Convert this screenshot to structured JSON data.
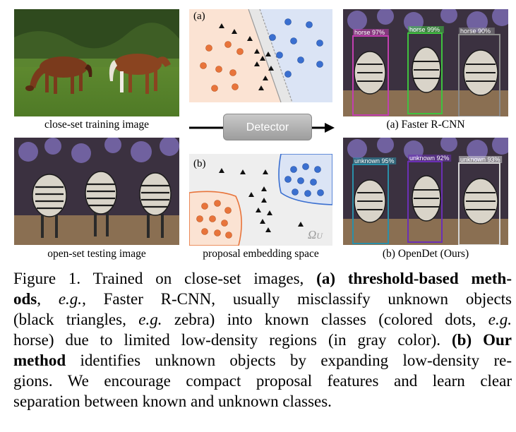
{
  "images": {
    "top_left_caption": "close-set training image",
    "bottom_left_caption": "open-set testing image",
    "top_right_caption": "(a) Faster R-CNN",
    "bottom_right_caption": "(b) OpenDet (Ours)",
    "middle_caption": "proposal embedding space"
  },
  "panel_a": {
    "label": "(a)"
  },
  "panel_b": {
    "label": "(b)",
    "omega": "Ω",
    "omega_sub": "U"
  },
  "detector": {
    "label": "Detector"
  },
  "faster_rcnn_boxes": [
    {
      "label": "horse 97%",
      "color": "#c23fb0"
    },
    {
      "label": "horse 99%",
      "color": "#3fc23f"
    },
    {
      "label": "horse 90%",
      "color": "#8a8a8a"
    }
  ],
  "opendet_boxes": [
    {
      "label": "unknown 95%",
      "color": "#2a8fa8"
    },
    {
      "label": "unknown 92%",
      "color": "#6b2fb5"
    },
    {
      "label": "unknown 93%",
      "color": "#d6d6d6"
    }
  ],
  "caption": {
    "l1_a": "Figure 1. Trained on close-set images, ",
    "l1_b": "(a) threshold-based meth-",
    "l2_a": "ods",
    "l2_b": ", ",
    "l2_c": "e.g.",
    "l2_d": ", Faster R-CNN, usually misclassify unknown objects",
    "l3_a": "(black triangles, ",
    "l3_b": "e.g.",
    "l3_c": " zebra) into known classes (colored dots, ",
    "l3_d": "e.g.",
    "l4_a": "horse) due to limited low-density regions (in gray color). ",
    "l4_b": "(b) Our",
    "l5_a": "method",
    "l5_b": " identifies unknown objects by expanding low-density re-",
    "l6": "gions.  We encourage compact proposal features and learn clear",
    "l7": "separation between known and unknown classes."
  },
  "colors": {
    "known_dot": "#e8743b",
    "unknown_dot": "#3a6fd0",
    "known_region": "#fbe3d3",
    "unknown_region": "#dbe4f5",
    "low_density": "#eeeeee"
  }
}
